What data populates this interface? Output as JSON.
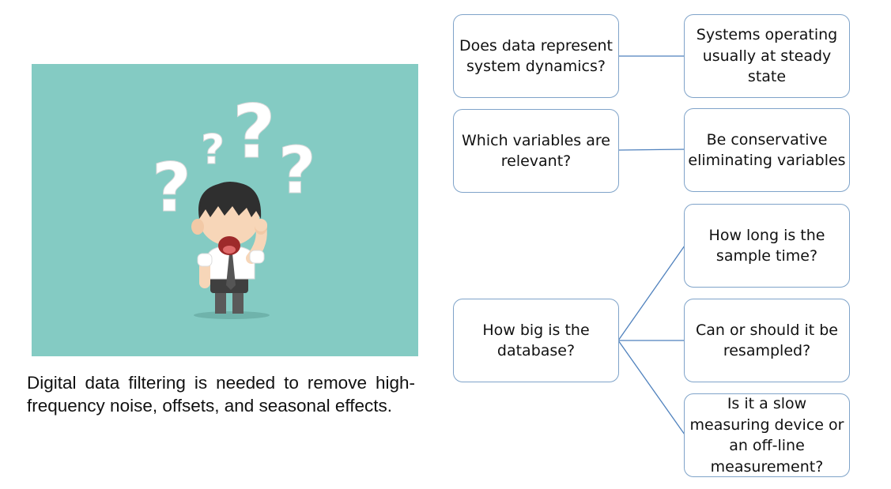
{
  "illustration": {
    "question_marks": [
      "?",
      "?",
      "?",
      "?"
    ]
  },
  "caption": "Digital data filtering is needed to remove high-frequency noise, offsets, and seasonal effects.",
  "diagram": {
    "rows": [
      {
        "question": "Does data represent system dynamics?",
        "answers": [
          "Systems operating usually at steady state"
        ]
      },
      {
        "question": "Which variables are relevant?",
        "answers": [
          "Be conservative eliminating variables"
        ]
      },
      {
        "question": "How big is the database?",
        "answers": [
          "How long is the sample time?",
          "Can or should it be resampled?",
          "Is it a slow measuring device or an off-line measurement?"
        ]
      }
    ],
    "colors": {
      "box_border": "#7fa3c9",
      "connector": "#4f81bd",
      "background": "#84cbc3"
    }
  }
}
